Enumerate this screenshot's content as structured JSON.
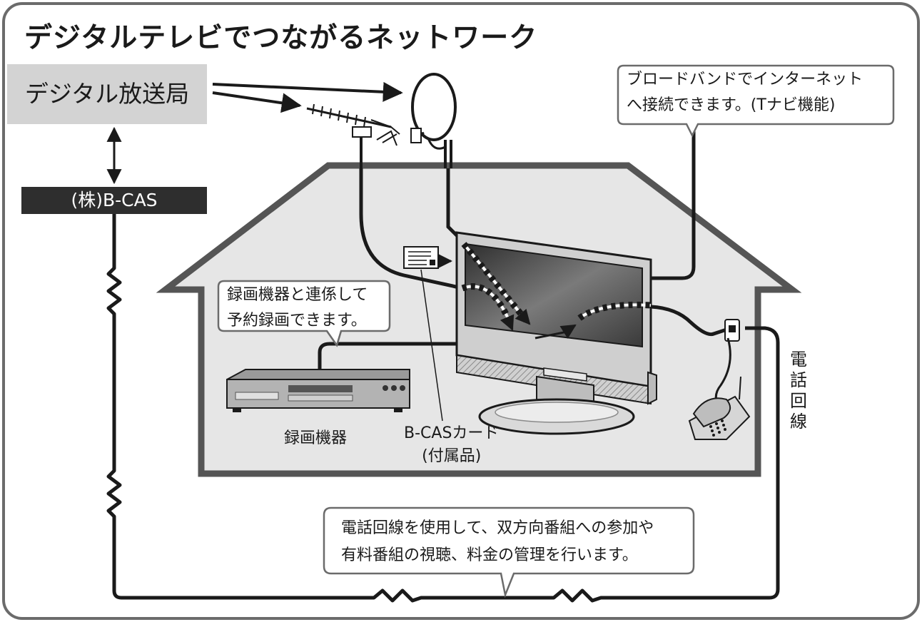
{
  "title": "デジタルテレビでつながるネットワーク",
  "nodes": {
    "broadcaster": "デジタル放送局",
    "bcas_company": "(株)B-CAS"
  },
  "callouts": {
    "broadband": [
      "ブロードバンドでインターネット",
      "へ接続できます。(Tナビ機能)"
    ],
    "recording": [
      "録画機器と連係して",
      "予約録画できます。"
    ],
    "phone_line": [
      "電話回線を使用して、双方向番組への参加や",
      "有料番組の視聴、料金の管理を行います。"
    ]
  },
  "labels": {
    "recorder": "録画機器",
    "bcas_card": "B-CASカード",
    "bcas_card_note": "(付属品)",
    "phone_line": "電話回線"
  },
  "colors": {
    "frame_border": "#6b6b6b",
    "house_fill": "#e6e6e6",
    "station_fill": "#d3d3d3",
    "bcas_fill": "#2e2e2e",
    "line": "#1a1a1a"
  }
}
